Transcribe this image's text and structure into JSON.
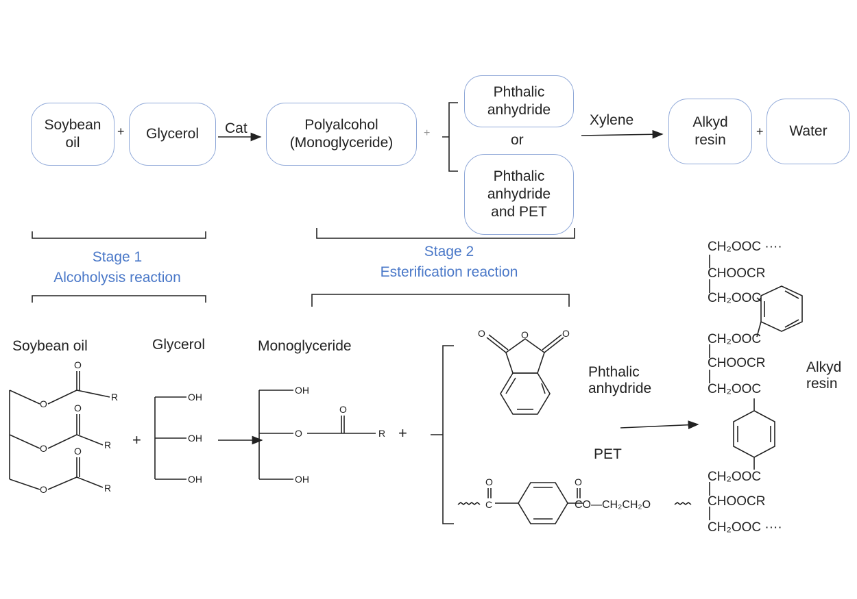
{
  "flow": {
    "soybean_oil": "Soybean oil",
    "glycerol": "Glycerol",
    "cat": "Cat",
    "polyalcohol": "Polyalcohol",
    "monoglyceride_paren": "(Monoglyceride)",
    "phthalic_anhydride": "Phthalic anhydride",
    "or": "or",
    "phthalic_anhydride_pet": "Phthalic anhydride and PET",
    "xylene": "Xylene",
    "alkyd_resin": "Alkyd resin",
    "water": "Water",
    "plus": "+"
  },
  "stages": {
    "stage1_title": "Stage 1",
    "stage1_desc": "Alcoholysis reaction",
    "stage2_title": "Stage 2",
    "stage2_desc": "Esterification reaction"
  },
  "structures": {
    "soybean_oil": "Soybean oil",
    "glycerol": "Glycerol",
    "monoglyceride": "Monoglyceride",
    "phthalic_anhydride": "Phthalic anhydride",
    "pet": "PET",
    "alkyd_resin": "Alkyd resin",
    "O": "O",
    "R": "R",
    "OH": "OH",
    "C": "C",
    "pet_chain": "CO—CH₂CH₂O",
    "ch2ooc_dots": "CH₂OOC ····",
    "choocr": "CHOOCR",
    "ch2ooc": "CH₂OOC"
  },
  "colors": {
    "box_border": "#8fa8d8",
    "stage_text": "#4a78c8"
  }
}
